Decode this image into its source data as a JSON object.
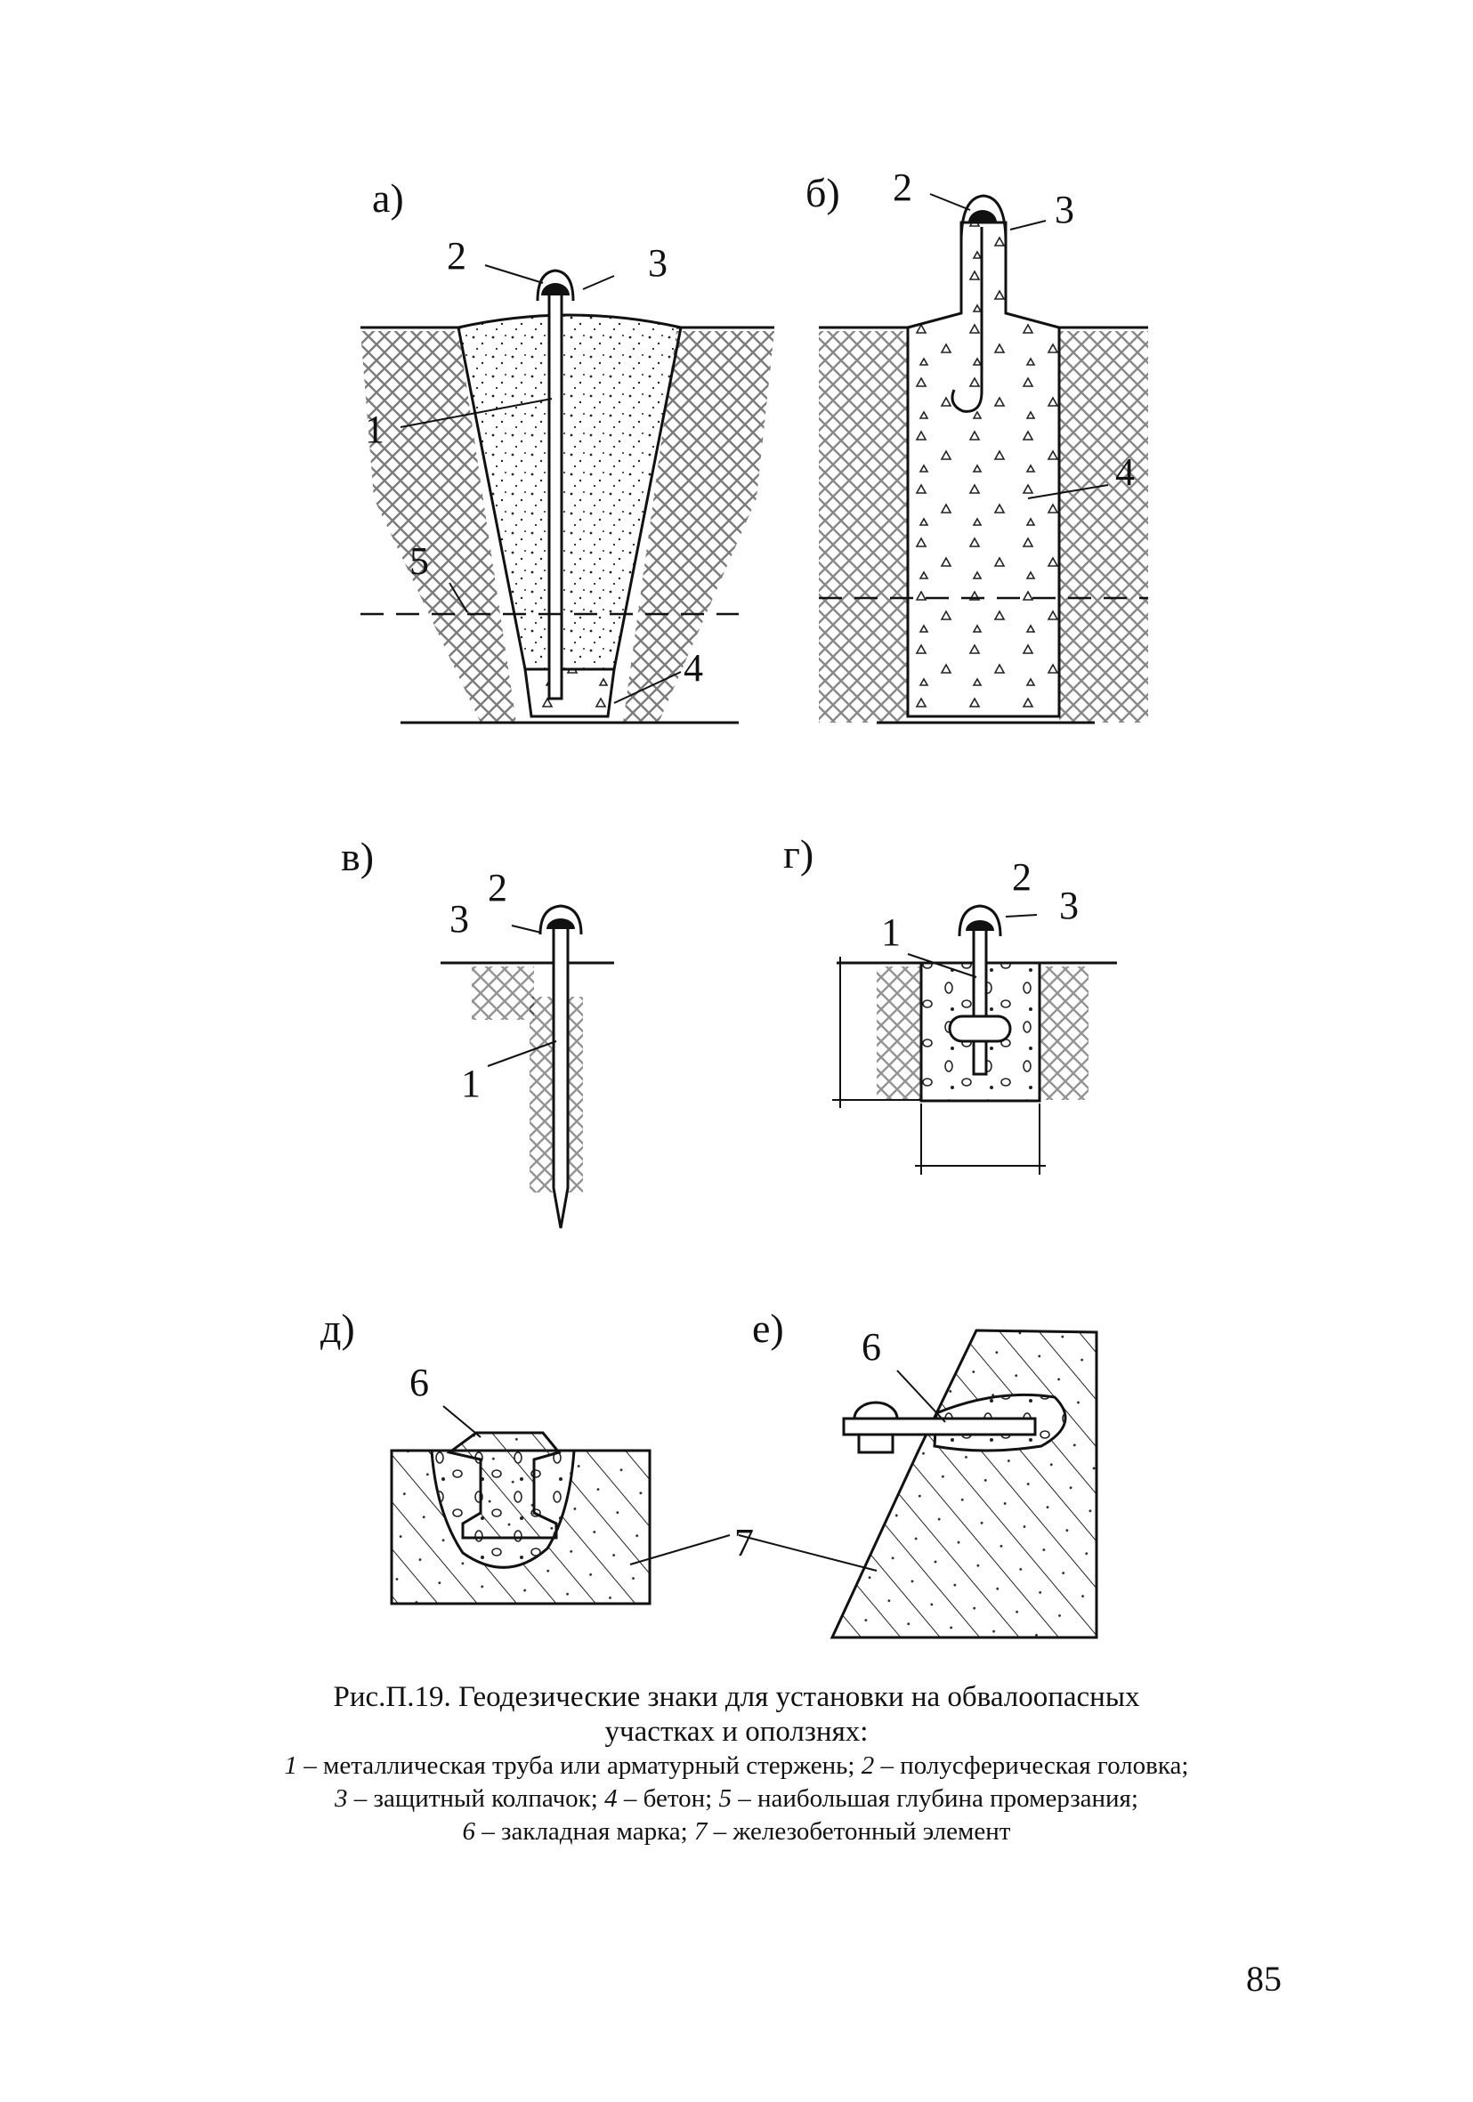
{
  "panels": {
    "a": {
      "letter": "а)",
      "labels": [
        "1",
        "2",
        "3",
        "4",
        "5"
      ]
    },
    "b": {
      "letter": "б)",
      "labels": [
        "2",
        "3",
        "4"
      ]
    },
    "v": {
      "letter": "в)",
      "labels": [
        "1",
        "2",
        "3"
      ]
    },
    "g": {
      "letter": "г)",
      "labels": [
        "1",
        "2",
        "3"
      ]
    },
    "d": {
      "letter": "д)",
      "labels": [
        "6"
      ]
    },
    "e": {
      "letter": "е)",
      "labels": [
        "6",
        "7"
      ]
    }
  },
  "caption": {
    "title_1": "Рис.П.19. Геодезические знаки для установки на обвалоопасных",
    "title_2": "участках и оползнях:",
    "legend": [
      {
        "num": "1",
        "text": " – металлическая труба или арматурный стержень; "
      },
      {
        "num": "2",
        "text": " –  полусферическая головка;"
      },
      {
        "num": "3",
        "text": " – защитный колпачок; "
      },
      {
        "num": "4",
        "text": " – бетон; "
      },
      {
        "num": "5",
        "text": " – наибольшая глубина промерзания;"
      },
      {
        "num": "6",
        "text": " – закладная марка; "
      },
      {
        "num": "7",
        "text": " – железобетонный элемент"
      }
    ]
  },
  "page_number": "85"
}
